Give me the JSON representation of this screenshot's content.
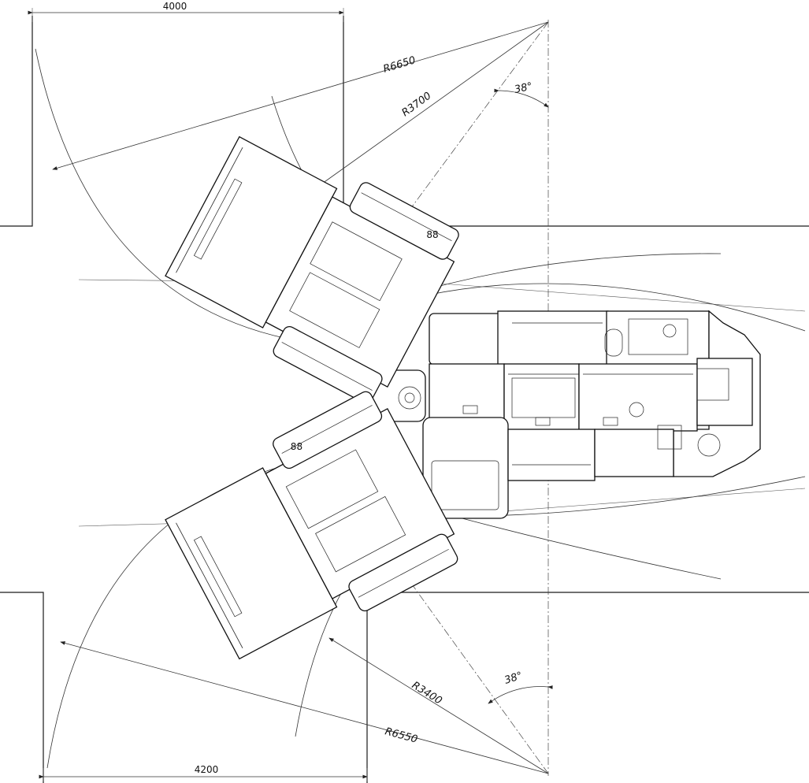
{
  "dimensions": {
    "top_width": "4000",
    "bottom_width": "4200",
    "outer_radius_top": "R6650",
    "inner_radius_top": "R3700",
    "outer_radius_bottom": "R6550",
    "inner_radius_bottom": "R3400",
    "angle_top": "38°",
    "angle_bottom": "38°"
  },
  "wheel_marks": {
    "upper": "88",
    "lower": "88"
  }
}
